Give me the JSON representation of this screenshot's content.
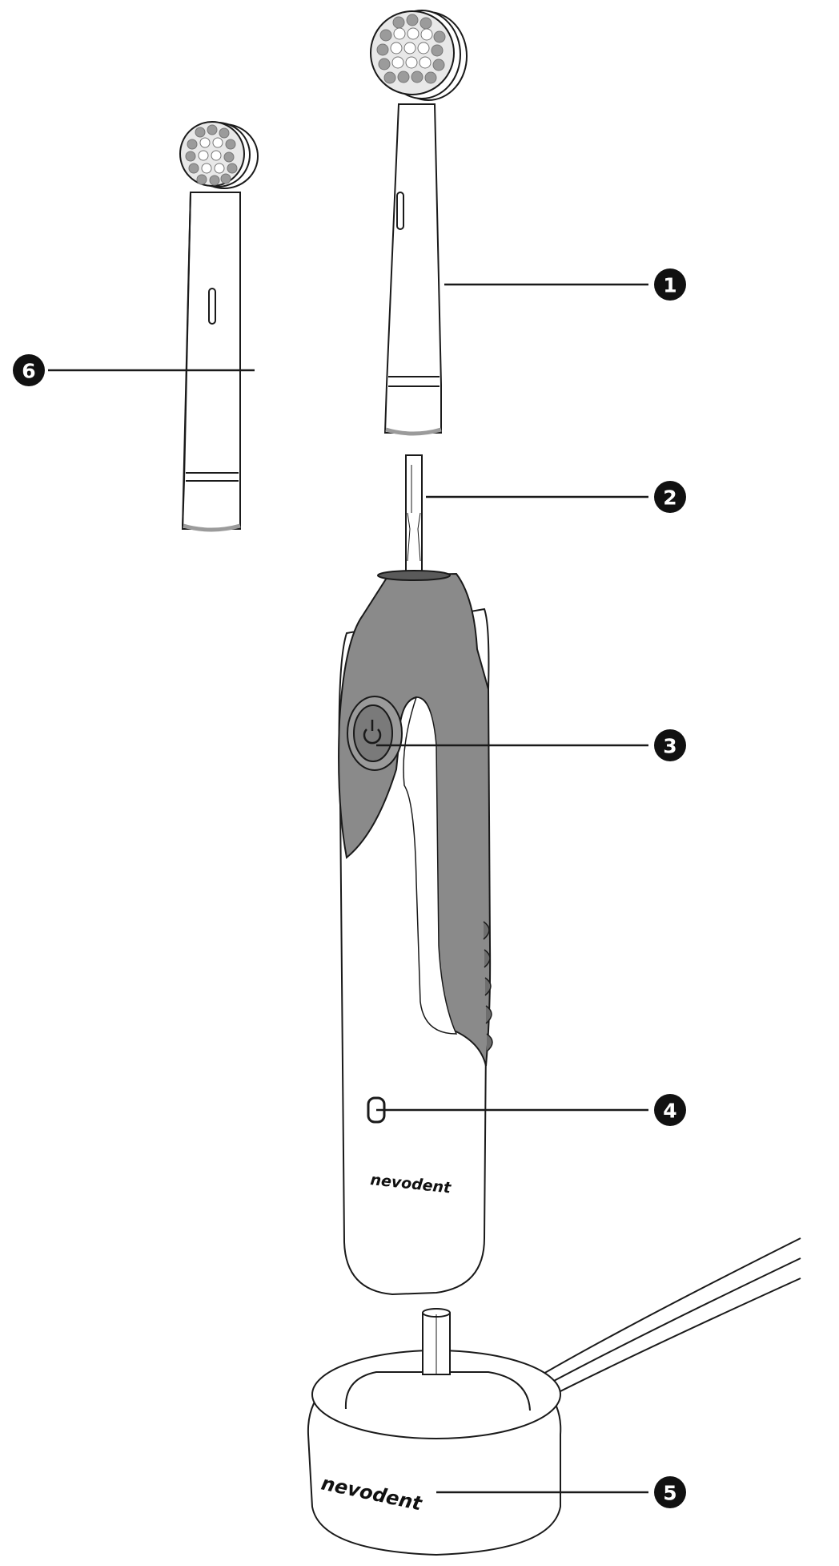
{
  "colors": {
    "outline": "#1a1a1a",
    "grip": "#8a8a8a",
    "grip_dark": "#6e6e6e",
    "button": "#7a7a7a",
    "button_ring": "#9a9a9a",
    "bristle": "#9b9b9b",
    "body": "#ffffff"
  },
  "brand": {
    "handle_text": "nevodent",
    "base_text": "nevodent"
  },
  "callouts": [
    {
      "id": "1",
      "label": "1",
      "part": "brush-head-large"
    },
    {
      "id": "2",
      "label": "2",
      "part": "drive-shaft"
    },
    {
      "id": "3",
      "label": "3",
      "part": "power-button"
    },
    {
      "id": "4",
      "label": "4",
      "part": "charge-indicator"
    },
    {
      "id": "5",
      "label": "5",
      "part": "charging-base"
    },
    {
      "id": "6",
      "label": "6",
      "part": "brush-head-small"
    }
  ],
  "icons": {
    "power": "power-icon"
  }
}
